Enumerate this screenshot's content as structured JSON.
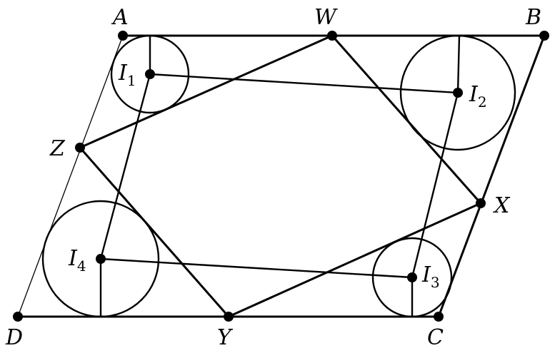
{
  "diagram": {
    "stroke_color": "#000000",
    "background_color": "#ffffff",
    "points": {
      "A": {
        "text": "A"
      },
      "B": {
        "text": "B"
      },
      "C": {
        "text": "C"
      },
      "D": {
        "text": "D"
      },
      "W": {
        "text": "W"
      },
      "X": {
        "text": "X"
      },
      "Y": {
        "text": "Y"
      },
      "Z": {
        "text": "Z"
      },
      "I1": {
        "text": "I",
        "sub": "1"
      },
      "I2": {
        "text": "I",
        "sub": "2"
      },
      "I3": {
        "text": "I",
        "sub": "3"
      },
      "I4": {
        "text": "I",
        "sub": "4"
      }
    }
  }
}
